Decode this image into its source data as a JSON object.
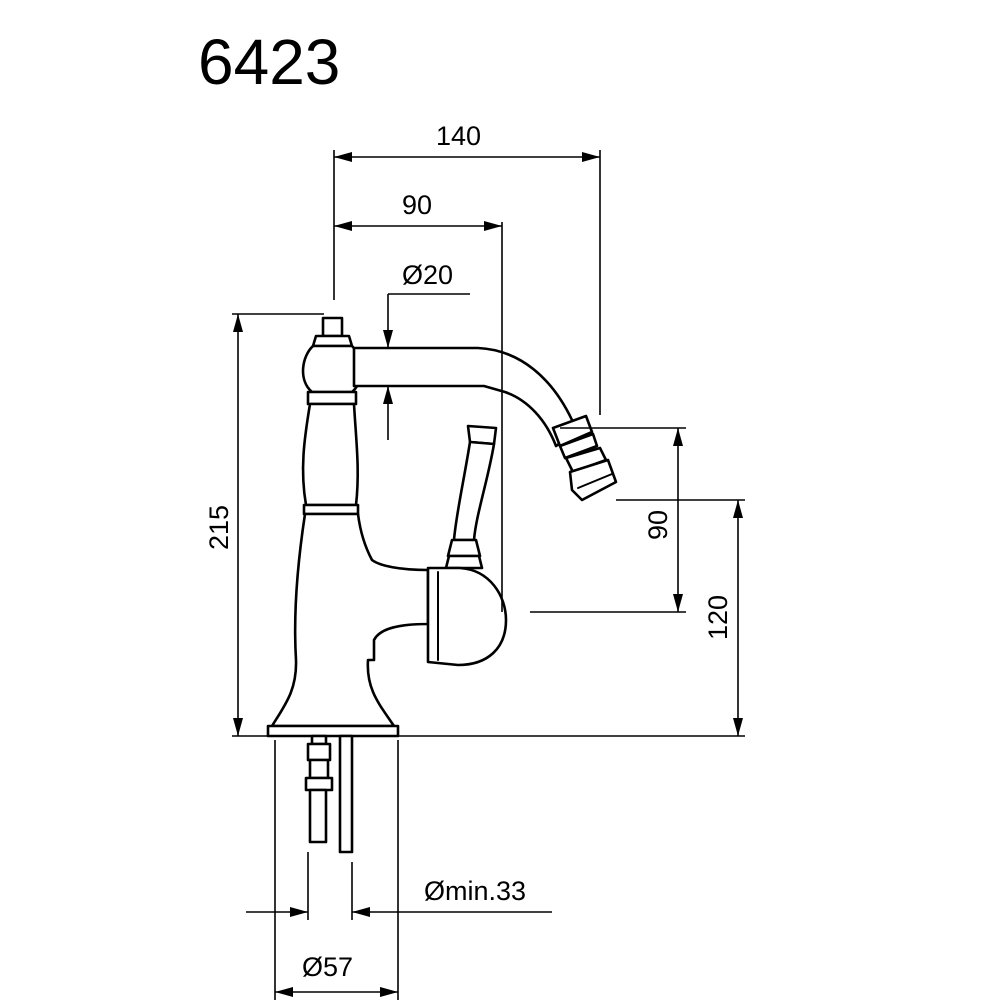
{
  "model_number": "6423",
  "dimensions": {
    "overall_reach": "140",
    "spout_reach": "90",
    "spout_diameter": "Ø20",
    "total_height": "215",
    "outlet_height": "90",
    "spout_height": "120",
    "hole_diameter_min": "Ømin.33",
    "base_diameter": "Ø57"
  }
}
